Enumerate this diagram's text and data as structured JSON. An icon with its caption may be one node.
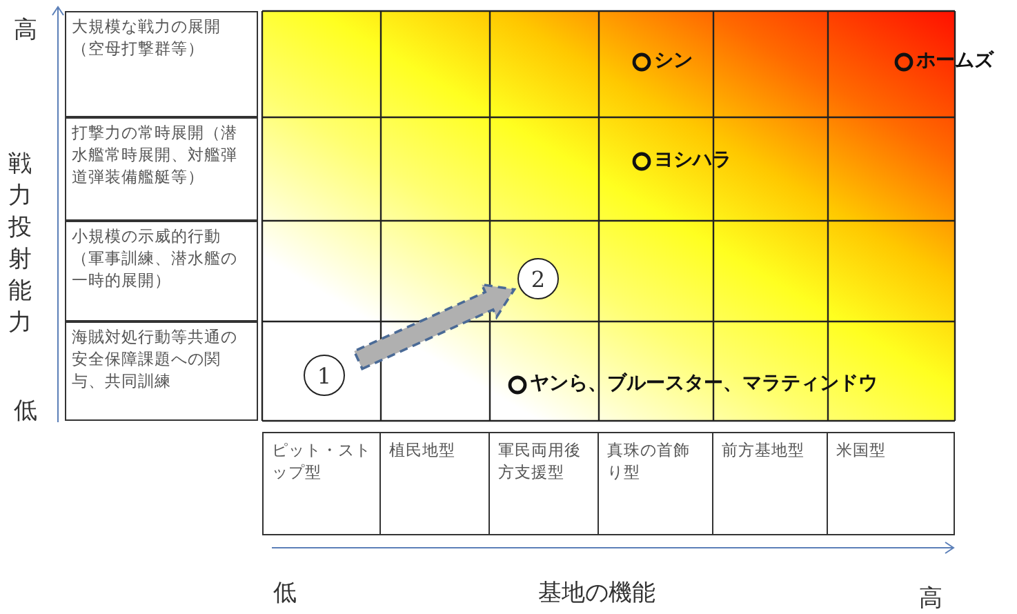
{
  "diagram": {
    "nodes": [
      {
        "text": [
          "1"
        ]
      },
      {
        "text": [
          "2"
        ]
      }
    ],
    "edges": [
      {
        "from": 0,
        "to": 1,
        "arrow": "to",
        "style": "dashed"
      }
    ],
    "labels": [
      "高",
      "大規模な戦力の展開（空母打撃群等）",
      "シン",
      "ホームズ",
      "打撃力の常時展開（潜水艦常時展開、対艦弾道弾装備艦艇等）",
      "ヨシハラ",
      "戦力投射能力",
      "小規模の示威的行動（軍事訓練、潜水艦の一時的展開）",
      "海賊対処行動等共通の安全保障課題への関与、共同訓練",
      "ヤンら、ブルースター、マラティンドウ",
      "低",
      "ピット・ストップ型",
      "植民地型",
      "軍民両用後方支援型",
      "真珠の首飾り型",
      "前方基地型",
      "米国型",
      "低",
      "基地の機能",
      "高"
    ]
  }
}
